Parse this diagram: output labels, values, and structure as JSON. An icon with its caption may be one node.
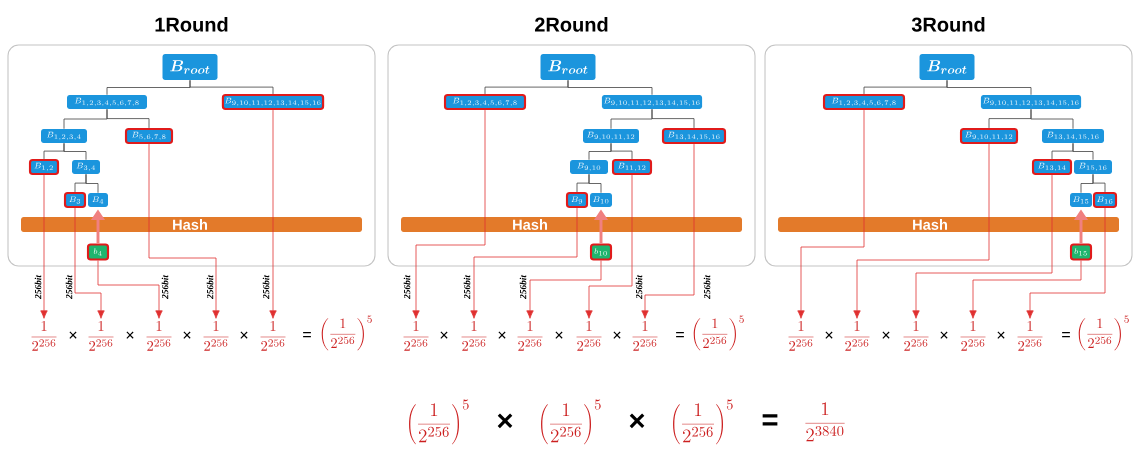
{
  "diagram": {
    "nodes": [
      {
        "text": [
          "1Round"
        ]
      },
      {
        "text": [
          "B_{root}"
        ],
        "in": 0
      },
      {
        "text": [
          "B_{1,2,3,4,5,6,7,8}"
        ],
        "in": 0
      },
      {
        "text": [
          "B_{9,10,11,12,13,14,15,16}"
        ],
        "in": 0
      },
      {
        "text": [
          "B_{1,2,3,4}"
        ],
        "in": 0
      },
      {
        "text": [
          "B_{5,6,7,8}"
        ],
        "in": 0
      },
      {
        "text": [
          "B_{1,2}"
        ],
        "in": 0
      },
      {
        "text": [
          "B_{3,4}"
        ],
        "in": 0
      },
      {
        "text": [
          "B_{3}"
        ],
        "in": 0
      },
      {
        "text": [
          "B_{4}"
        ],
        "in": 0
      },
      {
        "text": [
          "Hash"
        ],
        "in": 0
      },
      {
        "text": [
          "b_{4}"
        ],
        "in": 0
      },
      {
        "text": [
          "\\frac{1}{2^{256}}"
        ]
      },
      {
        "text": [
          "\\frac{1}{2^{256}}"
        ]
      },
      {
        "text": [
          "\\frac{1}{2^{256}}"
        ]
      },
      {
        "text": [
          "\\frac{1}{2^{256}}"
        ]
      },
      {
        "text": [
          "\\frac{1}{2^{256}}"
        ]
      },
      {
        "text": [
          "2Round"
        ]
      },
      {
        "text": [
          "B_{root}"
        ],
        "in": 17
      },
      {
        "text": [
          "B_{1,2,3,4,5,6,7,8}"
        ],
        "in": 17
      },
      {
        "text": [
          "B_{9,10,11,12,13,14,15,16}"
        ],
        "in": 17
      },
      {
        "text": [
          "B_{9,10,11,12}"
        ],
        "in": 17
      },
      {
        "text": [
          "B_{13,14,15,16}"
        ],
        "in": 17
      },
      {
        "text": [
          "B_{9,10}"
        ],
        "in": 17
      },
      {
        "text": [
          "B_{11,12}"
        ],
        "in": 17
      },
      {
        "text": [
          "B_{9}"
        ],
        "in": 17
      },
      {
        "text": [
          "B_{10}"
        ],
        "in": 17
      },
      {
        "text": [
          "Hash"
        ],
        "in": 17
      },
      {
        "text": [
          "b_{10}"
        ],
        "in": 17
      },
      {
        "text": [
          "\\frac{1}{2^{256}}"
        ]
      },
      {
        "text": [
          "\\frac{1}{2^{256}}"
        ]
      },
      {
        "text": [
          "\\frac{1}{2^{256}}"
        ]
      },
      {
        "text": [
          "\\frac{1}{2^{256}}"
        ]
      },
      {
        "text": [
          "\\frac{1}{2^{256}}"
        ]
      },
      {
        "text": [
          "3Round"
        ]
      },
      {
        "text": [
          "B_{root}"
        ],
        "in": 34
      },
      {
        "text": [
          "B_{1,2,3,4,5,6,7,8}"
        ],
        "in": 34
      },
      {
        "text": [
          "B_{9,10,11,12,13,14,15,16}"
        ],
        "in": 34
      },
      {
        "text": [
          "B_{9,10,11,12}"
        ],
        "in": 34
      },
      {
        "text": [
          "B_{13,14,15,16}"
        ],
        "in": 34
      },
      {
        "text": [
          "B_{13,14}"
        ],
        "in": 34
      },
      {
        "text": [
          "B_{15,16}"
        ],
        "in": 34
      },
      {
        "text": [
          "B_{15}"
        ],
        "in": 34
      },
      {
        "text": [
          "B_{16}"
        ],
        "in": 34
      },
      {
        "text": [
          "Hash"
        ],
        "in": 34
      },
      {
        "text": [
          "b_{15}"
        ],
        "in": 34
      },
      {
        "text": [
          "\\frac{1}{2^{256}}"
        ]
      },
      {
        "text": [
          "\\frac{1}{2^{256}}"
        ]
      },
      {
        "text": [
          "\\frac{1}{2^{256}}"
        ]
      },
      {
        "text": [
          "\\frac{1}{2^{256}}"
        ]
      },
      {
        "text": [
          "\\frac{1}{2^{256}}"
        ]
      }
    ],
    "edges": [
      {
        "from": 1,
        "to": 2,
        "arrow": "none"
      },
      {
        "from": 1,
        "to": 3,
        "arrow": "none"
      },
      {
        "from": 2,
        "to": 4,
        "arrow": "none"
      },
      {
        "from": 2,
        "to": 5,
        "arrow": "none"
      },
      {
        "from": 4,
        "to": 6,
        "arrow": "none"
      },
      {
        "from": 4,
        "to": 7,
        "arrow": "none"
      },
      {
        "from": 7,
        "to": 8,
        "arrow": "none"
      },
      {
        "from": 7,
        "to": 9,
        "arrow": "none"
      },
      {
        "from": 11,
        "to": 9,
        "arrow": "to",
        "style": "thick",
        "color": "#f08080"
      },
      {
        "from": 6,
        "to": 12,
        "arrow": "to",
        "color": "#e03030",
        "label": "256bit"
      },
      {
        "from": 8,
        "to": 13,
        "arrow": "to",
        "color": "#e03030",
        "label": "256bit"
      },
      {
        "from": 11,
        "to": 14,
        "arrow": "to",
        "color": "#e03030",
        "label": "256bit"
      },
      {
        "from": 5,
        "to": 15,
        "arrow": "to",
        "color": "#e03030",
        "label": "256bit"
      },
      {
        "from": 3,
        "to": 16,
        "arrow": "to",
        "color": "#e03030",
        "label": "256bit"
      },
      {
        "from": 18,
        "to": 19,
        "arrow": "none"
      },
      {
        "from": 18,
        "to": 20,
        "arrow": "none"
      },
      {
        "from": 20,
        "to": 21,
        "arrow": "none"
      },
      {
        "from": 20,
        "to": 22,
        "arrow": "none"
      },
      {
        "from": 21,
        "to": 23,
        "arrow": "none"
      },
      {
        "from": 21,
        "to": 24,
        "arrow": "none"
      },
      {
        "from": 23,
        "to": 25,
        "arrow": "none"
      },
      {
        "from": 23,
        "to": 26,
        "arrow": "none"
      },
      {
        "from": 28,
        "to": 26,
        "arrow": "to",
        "style": "thick",
        "color": "#f08080"
      },
      {
        "from": 19,
        "to": 29,
        "arrow": "to",
        "color": "#e03030",
        "label": "256bit"
      },
      {
        "from": 25,
        "to": 30,
        "arrow": "to",
        "color": "#e03030",
        "label": "256bit"
      },
      {
        "from": 28,
        "to": 31,
        "arrow": "to",
        "color": "#e03030",
        "label": "256bit"
      },
      {
        "from": 24,
        "to": 32,
        "arrow": "to",
        "color": "#e03030",
        "label": "256bit"
      },
      {
        "from": 22,
        "to": 33,
        "arrow": "to",
        "color": "#e03030",
        "label": "256bit"
      },
      {
        "from": 35,
        "to": 36,
        "arrow": "none"
      },
      {
        "from": 35,
        "to": 37,
        "arrow": "none"
      },
      {
        "from": 37,
        "to": 38,
        "arrow": "none"
      },
      {
        "from": 37,
        "to": 39,
        "arrow": "none"
      },
      {
        "from": 39,
        "to": 40,
        "arrow": "none"
      },
      {
        "from": 39,
        "to": 41,
        "arrow": "none"
      },
      {
        "from": 41,
        "to": 42,
        "arrow": "none"
      },
      {
        "from": 41,
        "to": 43,
        "arrow": "none"
      },
      {
        "from": 45,
        "to": 42,
        "arrow": "to",
        "style": "thick",
        "color": "#f08080"
      },
      {
        "from": 36,
        "to": 46,
        "arrow": "to",
        "color": "#e03030"
      },
      {
        "from": 38,
        "to": 47,
        "arrow": "to",
        "color": "#e03030"
      },
      {
        "from": 40,
        "to": 48,
        "arrow": "to",
        "color": "#e03030"
      },
      {
        "from": 45,
        "to": 49,
        "arrow": "to",
        "color": "#e03030"
      },
      {
        "from": 43,
        "to": 50,
        "arrow": "to",
        "color": "#e03030"
      }
    ],
    "labels": [
      "×",
      "×",
      "×",
      "×",
      "=",
      "\\left(\\frac{1}{2^{256}}\\right)^{5}",
      "×",
      "×",
      "×",
      "×",
      "=",
      "\\left(\\frac{1}{2^{256}}\\right)^{5}",
      "×",
      "×",
      "×",
      "×",
      "=",
      "\\left(\\frac{1}{2^{256}}\\right)^{5}",
      "\\left(\\frac{1}{2^{256}}\\right)^{5}",
      "×",
      "\\left(\\frac{1}{2^{256}}\\right)^{5}",
      "×",
      "\\left(\\frac{1}{2^{256}}\\right)^{5}",
      "=",
      "\\frac{1}{2^{3840}}"
    ]
  }
}
